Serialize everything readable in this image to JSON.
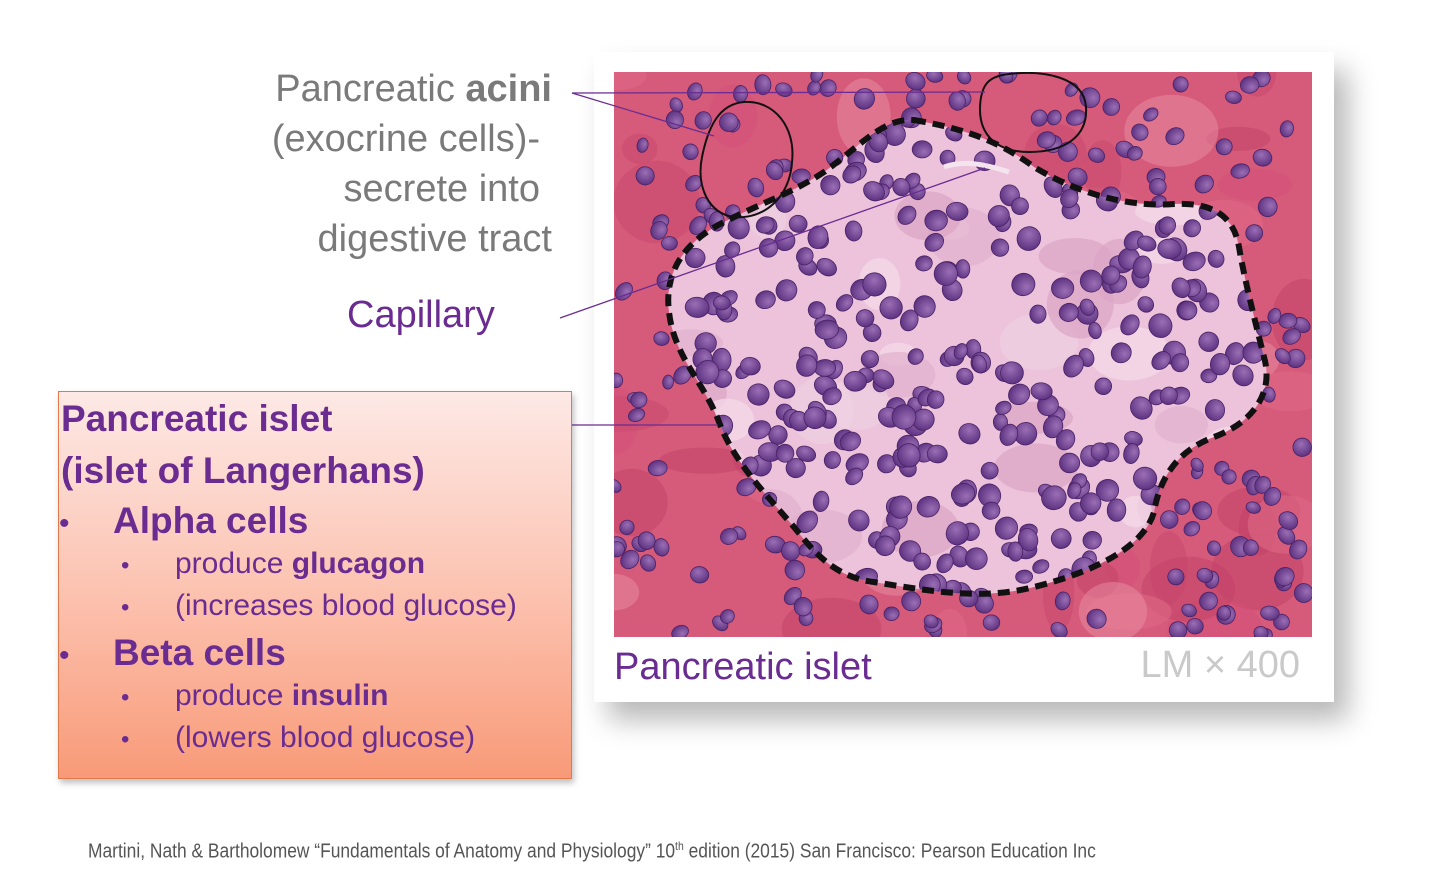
{
  "labels": {
    "acini_line1_regular": "Pancreatic ",
    "acini_line1_bold": "acini",
    "acini_line2": "(exocrine cells)-",
    "acini_line3": "secrete into",
    "acini_line4": "digestive tract",
    "capillary": "Capillary"
  },
  "islet_box": {
    "title_line1": "Pancreatic islet",
    "title_line2": "(islet of Langerhans)",
    "bullet_symbol": "•",
    "alpha": {
      "heading": "Alpha cells",
      "item1_regular": "produce ",
      "item1_bold": "glucagon",
      "item2": "(increases blood glucose)"
    },
    "beta": {
      "heading": "Beta cells",
      "item1_regular": "produce ",
      "item1_bold": "insulin",
      "item2": "(lowers blood glucose)"
    }
  },
  "photo": {
    "caption": "Pancreatic islet",
    "magnification": "LM × 400"
  },
  "citation": {
    "before_sup": "Martini, Nath & Bartholomew “Fundamentals of Anatomy and Physiology” 10",
    "sup": "th",
    "after_sup": " edition (2015) San Francisco: Pearson Education Inc"
  },
  "colors": {
    "purple": "#6a2c91",
    "gray_label": "#7a7a7a",
    "tissue_pink": "#d9577a",
    "islet_pale": "#efc9df",
    "nucleus": "#6a3f8c"
  }
}
